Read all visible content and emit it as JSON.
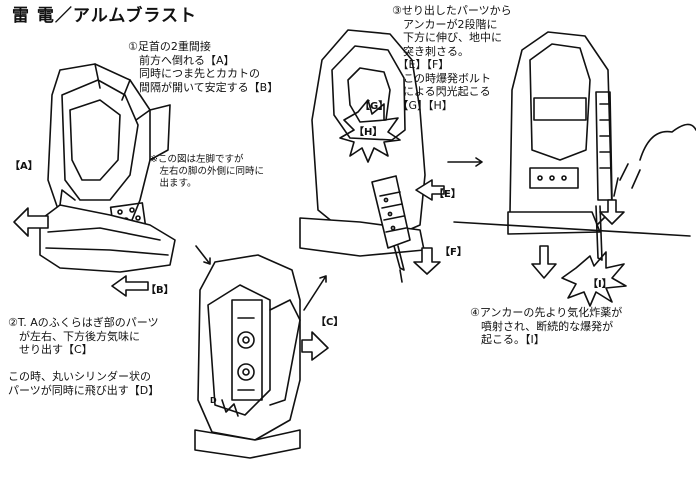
{
  "title": "雷 電／アルムブラスト",
  "notes": {
    "step1": "①足首の2重間接\n　前方へ倒れる【A】\n　同時につま先とカカトの\n　間隔が開いて安定する【B】",
    "aside": "※この図は左脚ですが\n　左右の脚の外側に同時に\n　出ます。",
    "step2": "②T. Aのふくらはぎ部のパーツ\n　が左右、下方後方気味に\n　せり出す【C】\n\nこの時、丸いシリンダー状の\nパーツが同時に飛び出す【D】",
    "step3": "③せり出したパーツから\n　アンカーが2段階に\n　下方に伸び、地中に\n　突き刺さる。\n　【E】【F】\n　この時爆発ボルト\n　による閃光起こる\n　【G】【H】",
    "step4": "④アンカーの先より気化炸薬が\n　噴射され、断続的な爆発が\n　起こる。【I】"
  },
  "labels": {
    "A": "【A】",
    "B": "【B】",
    "C": "【C】",
    "D": "D",
    "E": "【E】",
    "F": "【F】",
    "G": "【G】",
    "H": "【H】",
    "I": "【I】"
  },
  "colors": {
    "ink": "#111111",
    "paper": "#ffffff",
    "tone": "#d8d8d8"
  }
}
